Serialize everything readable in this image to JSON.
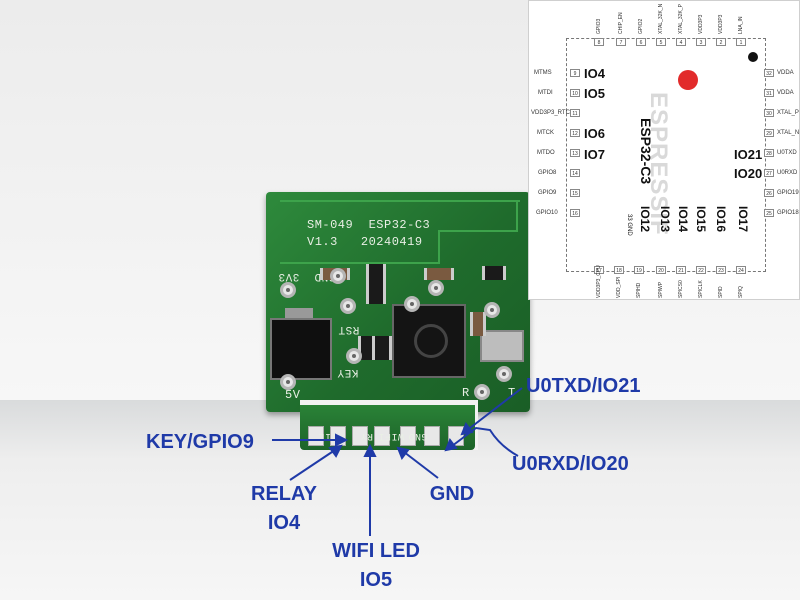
{
  "board": {
    "silk_line1": "SM-049  ESP32-C3",
    "silk_line2": "V1.3   20240419",
    "silk_3v3": "3V3",
    "silk_gnd": "GND",
    "silk_rst": "RST",
    "silk_key": "KEY",
    "silk_5v": "5V",
    "silk_r": "R",
    "silk_t": "T",
    "edge_labels": [
      "VIL",
      "RY",
      "WIFI",
      "GND"
    ]
  },
  "callouts": {
    "key": "KEY/GPIO9",
    "relay": "RELAY",
    "relay_io": "IO4",
    "wifi_led": "WIFI LED",
    "wifi_led_io": "IO5",
    "gnd": "GND",
    "u0txd": "U0TXD/IO21",
    "u0rxd": "U0RXD/IO20"
  },
  "inset": {
    "chip_name": "ESP32-C3",
    "brand": "ESPRESSIF",
    "left_pins": [
      {
        "name": "MTMS",
        "num": "9",
        "io": "IO4"
      },
      {
        "name": "MTDI",
        "num": "10",
        "io": "IO5"
      },
      {
        "name": "VDD3P3_RTC",
        "num": "11",
        "io": ""
      },
      {
        "name": "MTCK",
        "num": "12",
        "io": "IO6"
      },
      {
        "name": "MTDO",
        "num": "13",
        "io": "IO7"
      },
      {
        "name": "GPIO8",
        "num": "14",
        "io": ""
      },
      {
        "name": "GPIO9",
        "num": "15",
        "io": ""
      },
      {
        "name": "GPIO10",
        "num": "16",
        "io": ""
      }
    ],
    "right_pins": [
      {
        "name": "VDDA",
        "num": "32"
      },
      {
        "name": "VDDA",
        "num": "31"
      },
      {
        "name": "XTAL_P",
        "num": "30"
      },
      {
        "name": "XTAL_N",
        "num": "29"
      },
      {
        "name": "U0TXD",
        "num": "28"
      },
      {
        "name": "U0RXD",
        "num": "27"
      },
      {
        "name": "GPIO19",
        "num": "26"
      },
      {
        "name": "GPIO18",
        "num": "25"
      }
    ],
    "right_io": [
      "IO21",
      "IO20"
    ],
    "top_pins": [
      {
        "name": "GPIO3",
        "num": "8"
      },
      {
        "name": "CHIP_EN",
        "num": "7"
      },
      {
        "name": "GPIO2",
        "num": "6"
      },
      {
        "name": "XTAL_32K_N",
        "num": "5"
      },
      {
        "name": "XTAL_32K_P",
        "num": "4"
      },
      {
        "name": "VDD3P3",
        "num": "3"
      },
      {
        "name": "VDD3P3",
        "num": "2"
      },
      {
        "name": "LNA_IN",
        "num": "1"
      }
    ],
    "bottom_pins": [
      {
        "name": "VDD3P3_CPU",
        "num": "17"
      },
      {
        "name": "VDD_SPI",
        "num": "18"
      },
      {
        "name": "SPIHD",
        "num": "19"
      },
      {
        "name": "SPIWP",
        "num": "20"
      },
      {
        "name": "SPICS0",
        "num": "21"
      },
      {
        "name": "SPICLK",
        "num": "22"
      },
      {
        "name": "SPID",
        "num": "23"
      },
      {
        "name": "SPIQ",
        "num": "24"
      }
    ],
    "bottom_io": [
      "IO12",
      "IO13",
      "IO14",
      "IO15",
      "IO16",
      "IO17"
    ],
    "gnd_pad": "33 GND"
  },
  "colors": {
    "label_blue": "#1f3aa8",
    "pcb_green": "#1f6b2c",
    "arrow_blue": "#1f3aa8"
  }
}
